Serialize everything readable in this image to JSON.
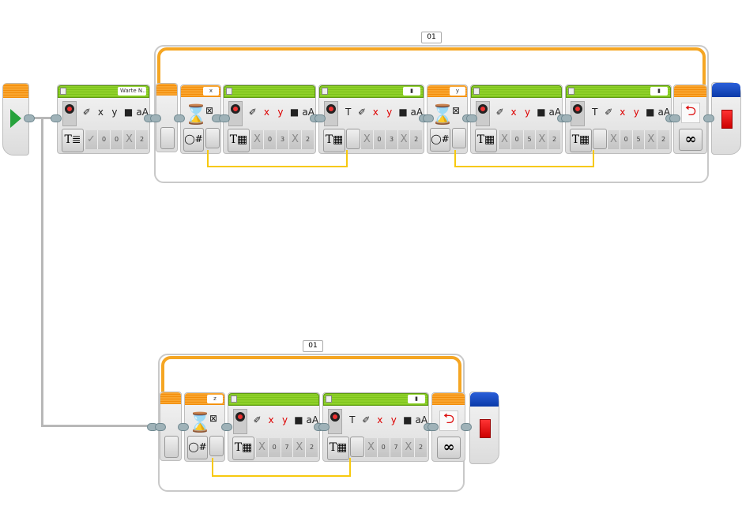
{
  "start_block": {
    "icon": "play-icon"
  },
  "wait_x_hint": "",
  "sequence1": {
    "loop": {
      "label": "01",
      "count_icon": "infinity",
      "count_symbol": "∞",
      "end_icon": "loop-back-icon"
    },
    "display_intro": {
      "header_label": "Warte N...",
      "icons": [
        "✐",
        "x",
        "y",
        "■",
        "aA"
      ],
      "mode": "T≣",
      "params": [
        "✓",
        "0",
        "0",
        "X",
        "2"
      ]
    },
    "wait_x": {
      "header_label": "x",
      "mode": "◯#",
      "icon": "⌛",
      "msg": "⊠"
    },
    "display_a": {
      "header_label": "",
      "icons": [
        "✐",
        "x",
        "y",
        "■",
        "aA"
      ],
      "mode": "T▦",
      "params": [
        "X",
        "0",
        "3",
        "X",
        "2"
      ]
    },
    "display_b": {
      "header_label": "▮",
      "icons": [
        "T",
        "✐",
        "x",
        "y",
        "■",
        "aA"
      ],
      "mode": "T▦",
      "params": [
        "X",
        "0",
        "3",
        "X",
        "2"
      ]
    },
    "wait_y": {
      "header_label": "y",
      "mode": "◯#",
      "icon": "⌛",
      "msg": "⊠"
    },
    "display_c": {
      "header_label": "",
      "icons": [
        "✐",
        "x",
        "y",
        "■",
        "aA"
      ],
      "mode": "T▦",
      "params": [
        "X",
        "0",
        "5",
        "X",
        "2"
      ]
    },
    "display_d": {
      "header_label": "▮",
      "icons": [
        "T",
        "✐",
        "x",
        "y",
        "■",
        "aA"
      ],
      "mode": "T▦",
      "params": [
        "X",
        "0",
        "5",
        "X",
        "2"
      ]
    }
  },
  "sequence2": {
    "loop": {
      "label": "01",
      "count_icon": "infinity",
      "count_symbol": "∞",
      "end_icon": "loop-back-icon"
    },
    "wait_z": {
      "header_label": "z",
      "mode": "◯#",
      "icon": "⌛",
      "msg": "⊠"
    },
    "display_a": {
      "header_label": "",
      "icons": [
        "✐",
        "x",
        "y",
        "■",
        "aA"
      ],
      "mode": "T▦",
      "params": [
        "X",
        "0",
        "7",
        "X",
        "2"
      ]
    },
    "display_b": {
      "header_label": "▮",
      "icons": [
        "T",
        "✐",
        "x",
        "y",
        "■",
        "aA"
      ],
      "mode": "T▦",
      "params": [
        "X",
        "0",
        "7",
        "X",
        "2"
      ]
    }
  },
  "colors": {
    "action_green": "#8fd12a",
    "flow_orange": "#f5a623",
    "stop_blue": "#0a3aa8",
    "wire_yellow": "#f7c90f"
  }
}
